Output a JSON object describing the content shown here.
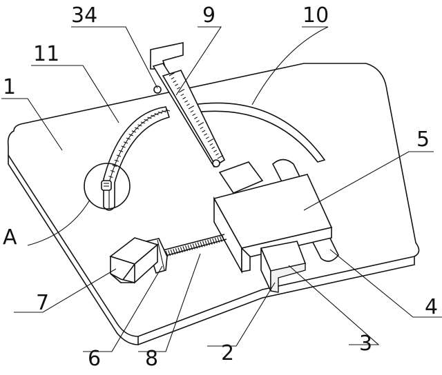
{
  "figure": {
    "labels": {
      "l34": "34",
      "l9": "9",
      "l10": "10",
      "l11": "11",
      "l1": "1",
      "l5": "5",
      "lA": "A",
      "l7": "7",
      "l4": "4",
      "l6": "6",
      "l8": "8",
      "l2": "2",
      "l3": "3"
    }
  }
}
